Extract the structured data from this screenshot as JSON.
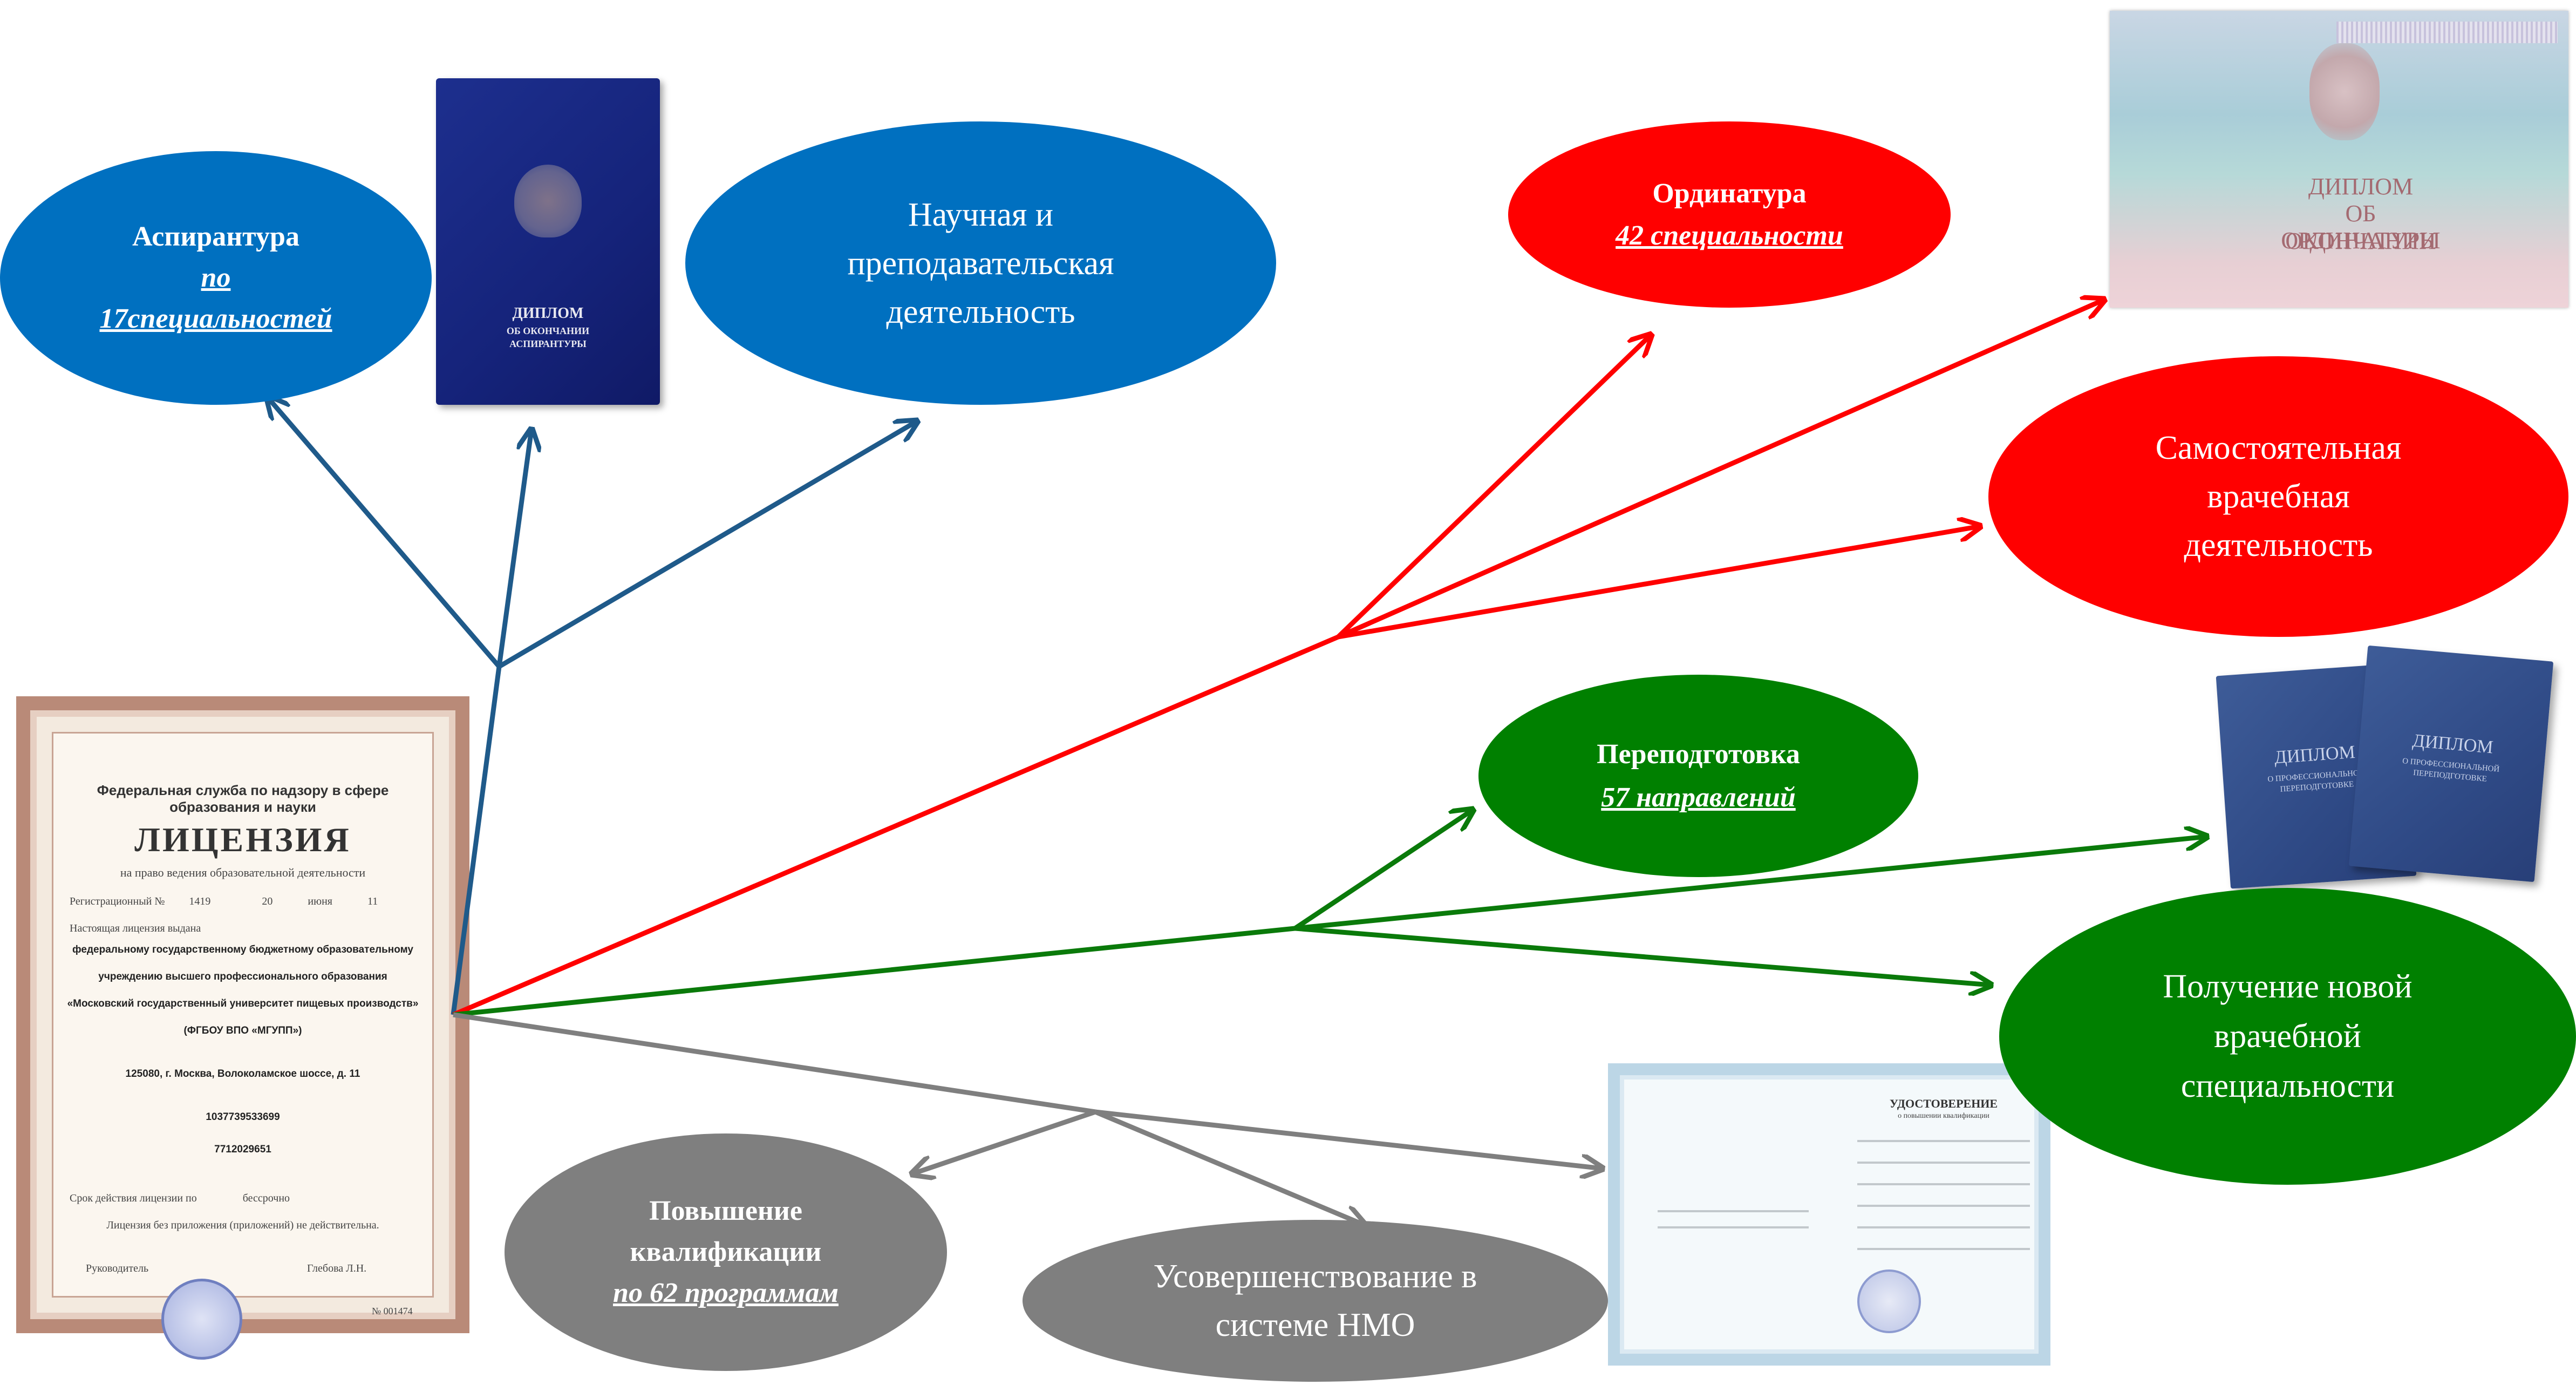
{
  "nodes": {
    "aspirantura": {
      "line1": "Аспирантура",
      "line2": "по",
      "line3": "17специальностей",
      "color": "#0070c0"
    },
    "science": {
      "line1": "Научная и",
      "line2": "преподавательская",
      "line3": "деятельность",
      "color": "#0070c0"
    },
    "ordinatura": {
      "line1": "Ординатура",
      "line2": "42 специальности",
      "color": "#ff0000"
    },
    "independent": {
      "line1": "Самостоятельная",
      "line2": "врачебная",
      "line3": "деятельность",
      "color": "#ff0000"
    },
    "retraining": {
      "line1": "Переподготовка",
      "line2": "57 направлений",
      "color": "#008000"
    },
    "new_specialty": {
      "line1": "Получение новой",
      "line2": "врачебной",
      "line3": "специальности",
      "color": "#008000"
    },
    "qualification": {
      "line1": "Повышение",
      "line2": "квалификации",
      "line3": "по 62 программам",
      "color": "#7f7f7f"
    },
    "nmo": {
      "line1": "Усовершенствование в",
      "line2": "системе НМО",
      "color": "#7f7f7f"
    }
  },
  "documents": {
    "license": {
      "header": "Федеральная служба по надзору в сфере образования и науки",
      "title": "ЛИЦЕНЗИЯ",
      "subtitle": "на право ведения образовательной деятельности",
      "reg_label": "Регистрационный №",
      "reg_number": "1419",
      "date_day": "20",
      "date_month": "июня",
      "date_year": "11",
      "issued_to": "Настоящая лицензия выдана",
      "org_line1": "федеральному государственному бюджетному образовательному",
      "org_line2": "учреждению высшего профессионального образования",
      "org_line3": "«Московский государственный университет пищевых производств»",
      "org_short": "(ФГБОУ ВПО «МГУПП»)",
      "address": "125080, г. Москва, Волоколамское шоссе, д. 11",
      "ogrn": "1037739533699",
      "inn": "7712029651",
      "validity_label": "Срок действия лицензии по",
      "validity_value": "бессрочно",
      "validity_note": "Лицензия без приложения (приложений) не действительна.",
      "head_label": "Руководитель",
      "head_name": "Глебова Л.Н.",
      "number": "№ 001474"
    },
    "aspirantura_diploma": {
      "line1": "ДИПЛОМ",
      "line2": "ОБ ОКОНЧАНИИ",
      "line3": "АСПИРАНТУРЫ"
    },
    "ordinatura_diploma": {
      "line1": "ДИПЛОМ",
      "line2": "ОБ ОКОНЧАНИИ",
      "line3": "ОРДИНАТУРЫ"
    },
    "retraining_diploma": {
      "line1": "ДИПЛОМ",
      "line2": "О ПРОФЕССИОНАЛЬНОЙ",
      "line3": "ПЕРЕПОДГОТОВКЕ"
    },
    "certificate": {
      "title": "УДОСТОВЕРЕНИЕ",
      "subtitle": "о повышении квалификации"
    }
  },
  "colors": {
    "blue_arrow": "#1f5a8a",
    "red_arrow": "#ff0000",
    "green_arrow": "#0a7a0a",
    "grey_arrow": "#7f7f7f"
  }
}
